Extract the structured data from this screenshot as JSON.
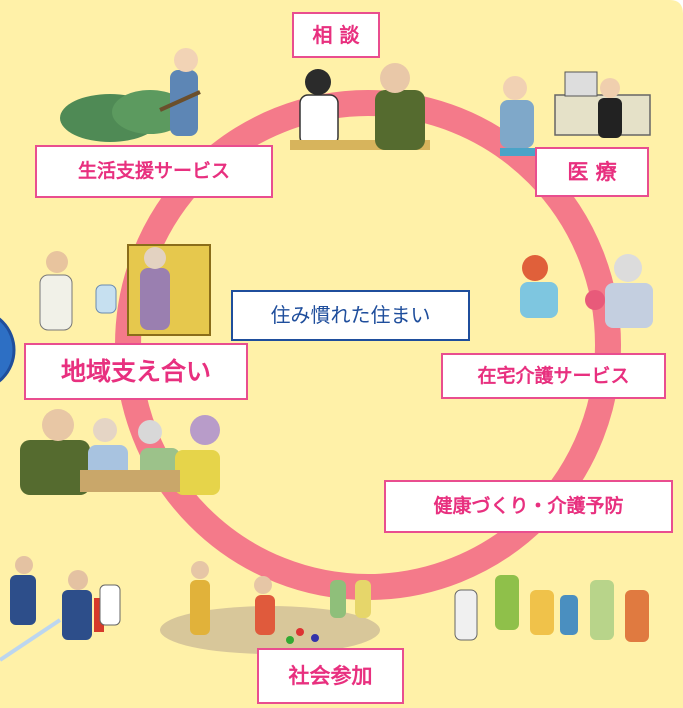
{
  "center_label": "住み慣れた住まい",
  "items": [
    {
      "id": "consultation",
      "label": "相 談"
    },
    {
      "id": "medical",
      "label": "医 療"
    },
    {
      "id": "home-care",
      "label": "在宅介護サービス"
    },
    {
      "id": "health-prevention",
      "label": "健康づくり・介護予防"
    },
    {
      "id": "social-participation",
      "label": "社会参加"
    },
    {
      "id": "community-support",
      "label": "地域支え合い"
    },
    {
      "id": "life-support",
      "label": "生活支援サービス"
    }
  ],
  "colors": {
    "background": "#fff1a8",
    "ring": "#f47a8a",
    "label_text": "#e8307f",
    "label_border": "#e94e8f",
    "center_border": "#1f4e9c"
  }
}
